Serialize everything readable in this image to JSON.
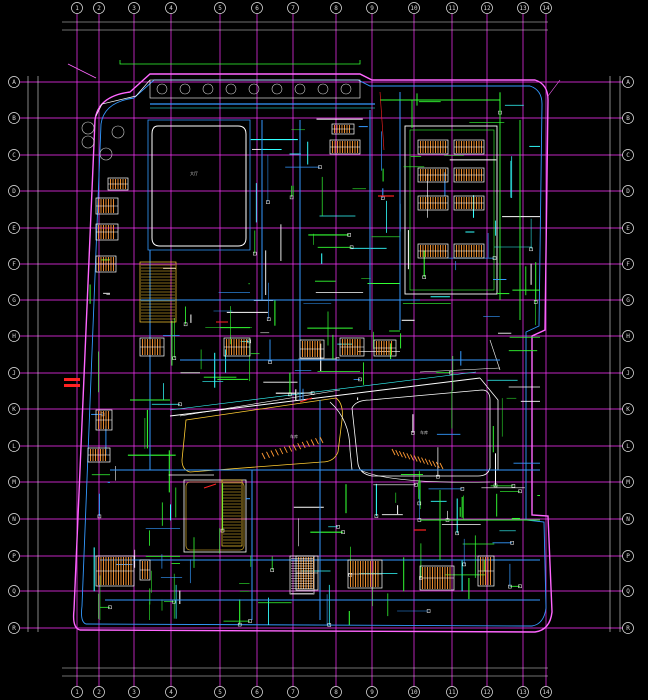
{
  "drawing": {
    "background": "#000000",
    "colors": {
      "grid": "#ff33ff",
      "outline": "#ff66ff",
      "wall": "#ffffff",
      "pipe_green": "#33ff33",
      "pipe_blue": "#3399ff",
      "pipe_cyan": "#33ffff",
      "stair_orange": "#ff9933",
      "accent_red": "#ff2222",
      "hatch_yellow": "#ffcc33"
    },
    "grid": {
      "columns": [
        {
          "label": "1"
        },
        {
          "label": "2"
        },
        {
          "label": "3"
        },
        {
          "label": "4"
        },
        {
          "label": "5"
        },
        {
          "label": "6"
        },
        {
          "label": "7"
        },
        {
          "label": "8"
        },
        {
          "label": "9"
        },
        {
          "label": "10"
        },
        {
          "label": "11"
        },
        {
          "label": "12"
        },
        {
          "label": "13"
        },
        {
          "label": "14"
        }
      ],
      "rows": [
        {
          "label": "A"
        },
        {
          "label": "B"
        },
        {
          "label": "C"
        },
        {
          "label": "D"
        },
        {
          "label": "E"
        },
        {
          "label": "F"
        },
        {
          "label": "G"
        },
        {
          "label": "H"
        },
        {
          "label": "J"
        },
        {
          "label": "K"
        },
        {
          "label": "L"
        },
        {
          "label": "M"
        },
        {
          "label": "N"
        },
        {
          "label": "P"
        },
        {
          "label": "Q"
        },
        {
          "label": "R"
        }
      ]
    }
  }
}
